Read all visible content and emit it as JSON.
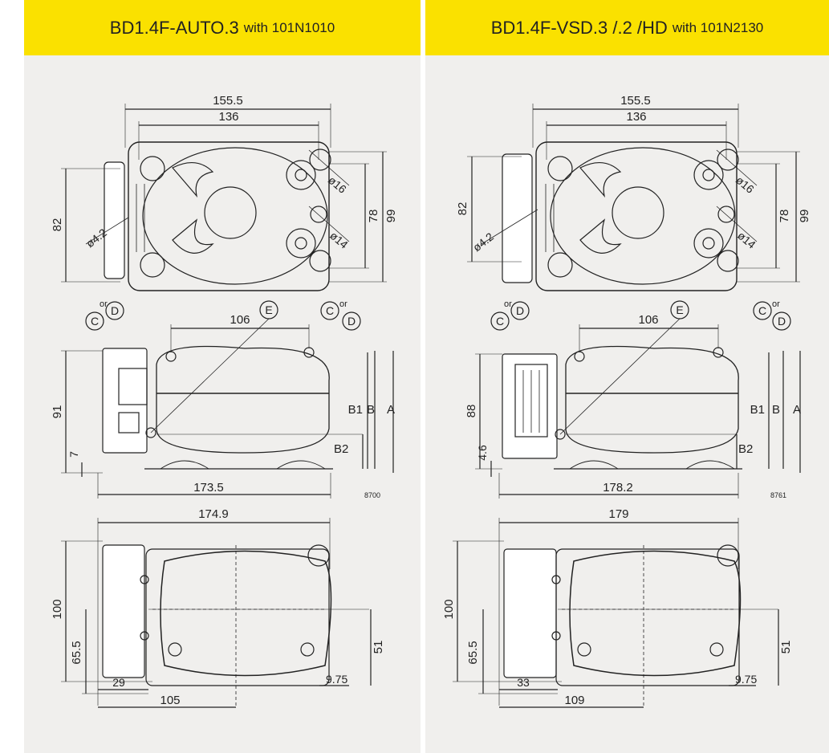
{
  "colors": {
    "header": "#fae100",
    "panel": "#f0efed",
    "line": "#222222"
  },
  "panels": [
    {
      "model": "BD1.4F-AUTO.3",
      "with": "with 101N1010",
      "top_view": {
        "width_total": "155.5",
        "width_holes": "136",
        "height_holes": "82",
        "dia_small": "ø4.2",
        "dia_large": "ø16",
        "dia_mid": "ø14",
        "h_inner": "78",
        "h_outer": "99"
      },
      "side_view": {
        "conn_c1": "C",
        "conn_or1": "or",
        "conn_d1": "D",
        "conn_e": "E",
        "conn_c2": "C",
        "conn_or2": "or",
        "conn_d2": "D",
        "spacing": "106",
        "height": "91",
        "base": "7",
        "label_b1": "B1",
        "label_b": "B",
        "label_a": "A",
        "label_b2": "B2",
        "length": "173.5",
        "code": "8700"
      },
      "bottom_view": {
        "length": "174.9",
        "width": "100",
        "offset_1": "65.5",
        "offset_2": "29",
        "offset_3": "105",
        "right_h": "51",
        "right_w": "9.75"
      }
    },
    {
      "model": "BD1.4F-VSD.3 /.2 /HD",
      "with": "with 101N2130",
      "top_view": {
        "width_total": "155.5",
        "width_holes": "136",
        "height_holes": "82",
        "dia_small": "ø4.2",
        "dia_large": "ø16",
        "dia_mid": "ø14",
        "h_inner": "78",
        "h_outer": "99"
      },
      "side_view": {
        "conn_c1": "C",
        "conn_or1": "or",
        "conn_d1": "D",
        "conn_e": "E",
        "conn_c2": "C",
        "conn_or2": "or",
        "conn_d2": "D",
        "spacing": "106",
        "height": "88",
        "base": "4.6",
        "label_b1": "B1",
        "label_b": "B",
        "label_a": "A",
        "label_b2": "B2",
        "length": "178.2",
        "code": "8761"
      },
      "bottom_view": {
        "length": "179",
        "width": "100",
        "offset_1": "65.5",
        "offset_2": "33",
        "offset_3": "109",
        "right_h": "51",
        "right_w": "9.75"
      }
    }
  ]
}
